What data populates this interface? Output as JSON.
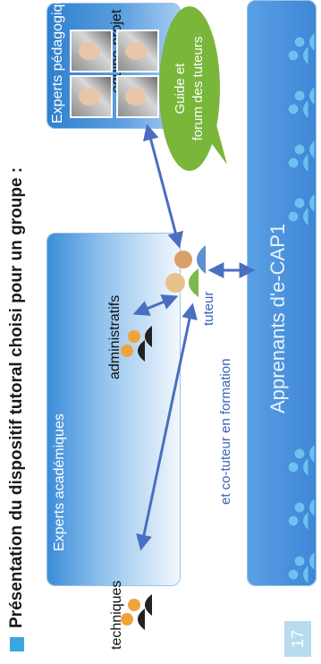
{
  "title": "Présentation du dispositif tutoral choisi pour un groupe :",
  "panels": {
    "experts_academiques": "Experts académiques",
    "experts_pedagogiques": "Experts pédagogiques",
    "apprenants": "Apprenants d'e-CAP1"
  },
  "labels": {
    "techniques": "techniques",
    "administratifs": "administratifs",
    "equipe_projet": "équipe-projet",
    "tuteur": "tuteur",
    "cotuteur": "et co-tuteur en formation"
  },
  "bubble": {
    "line1": "Guide et",
    "line2": "forum des tuteurs"
  },
  "page_number": "17",
  "colors": {
    "accent": "#3aa7e0",
    "panel_blue": "#3a8bd8",
    "bubble_green": "#79b63a",
    "arrow_blue": "#4a6fc0"
  }
}
